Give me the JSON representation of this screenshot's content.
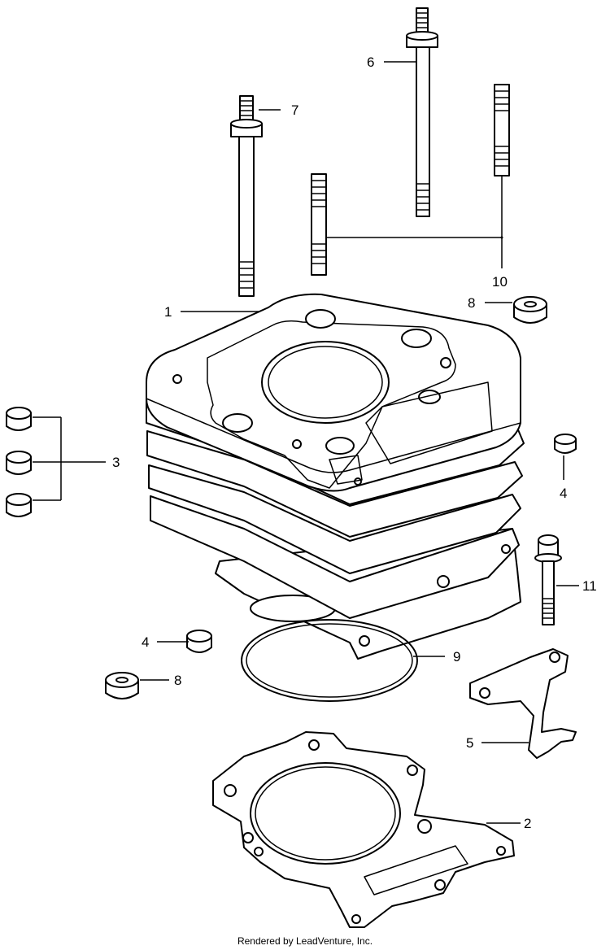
{
  "callouts": {
    "p1": "1",
    "p2": "2",
    "p3": "3",
    "p4a": "4",
    "p4b": "4",
    "p5": "5",
    "p6": "6",
    "p7": "7",
    "p8a": "8",
    "p8b": "8",
    "p9": "9",
    "p10": "10",
    "p11": "11"
  },
  "footer": "Rendered by LeadVenture, Inc."
}
